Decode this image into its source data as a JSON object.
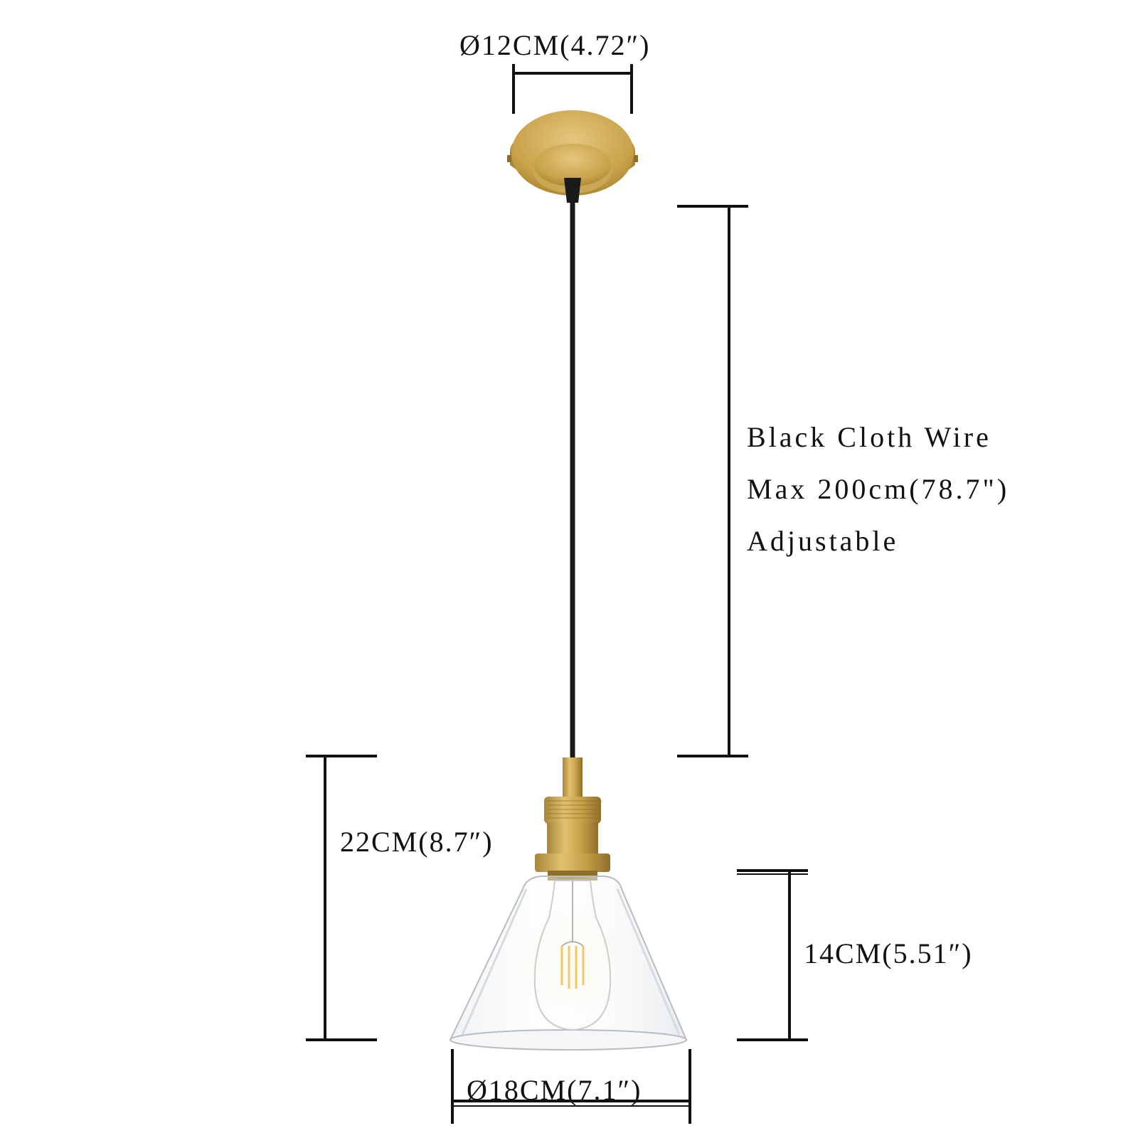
{
  "dimensions": {
    "canopy_diameter": "Ø12CM(4.72″)",
    "total_height": "22CM(8.7″)",
    "shade_height": "14CM(5.51″)",
    "shade_diameter": "Ø18CM(7.1″)"
  },
  "wire_note": {
    "line1": "Black Cloth Wire",
    "line2": "Max 200cm(78.7\")",
    "line3": "Adjustable"
  },
  "colors": {
    "brass": "#c9a24a",
    "brass_dark": "#9a7a2e",
    "brass_light": "#e2c47a",
    "wire": "#1a1a1a",
    "dimension_line": "#111111",
    "glass_edge": "#b8bcc0"
  }
}
